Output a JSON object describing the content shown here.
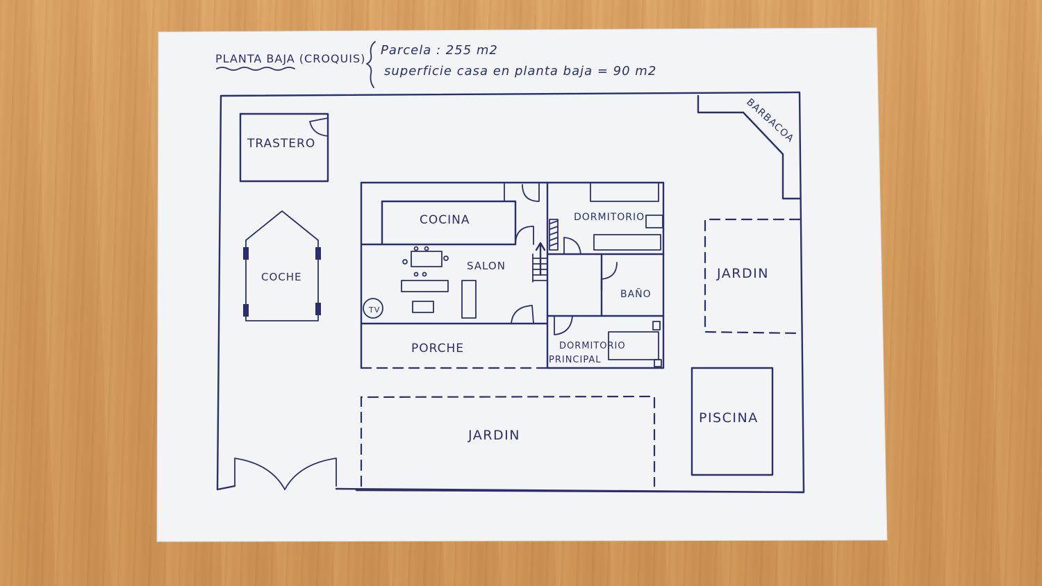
{
  "header": {
    "title": "PLANTA BAJA (CROQUIS)",
    "parcela": "Parcela : 255 m2",
    "superficie": "superficie casa en planta baja = 90 m2"
  },
  "rooms": {
    "trastero": "TRASTERO",
    "coche": "COCHE",
    "cocina": "COCINA",
    "salon": "SALON",
    "tv": "TV",
    "porche": "PORCHE",
    "dormitorio": "DORMITORIO",
    "bano": "BAÑO",
    "dormitorio_principal_1": "DORMITORIO",
    "dormitorio_principal_2": "PRINCIPAL",
    "barbacoa": "BARBACOA",
    "jardin_right": "JARDIN",
    "jardin_bottom": "JARDIN",
    "piscina": "PISCINA"
  },
  "colors": {
    "ink": "#2a2f6b",
    "paper": "#f4f5f7",
    "wood": "#d29a5a"
  }
}
